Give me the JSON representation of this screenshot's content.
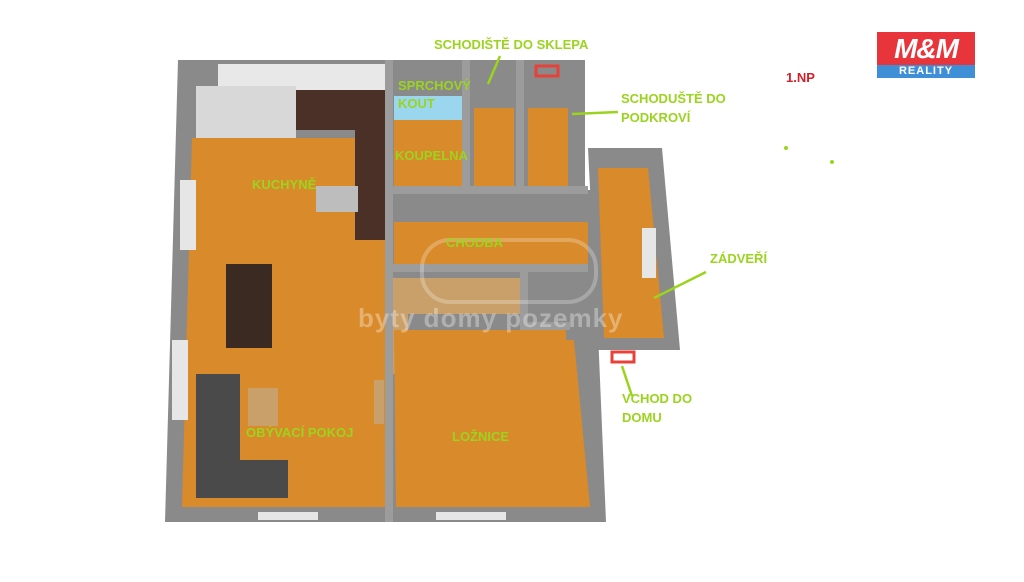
{
  "floor_label": "1.NP",
  "logo": {
    "top": "M&M",
    "bottom": "REALITY"
  },
  "watermark": "byty domy pozemky",
  "rooms": {
    "kitchen": "KUCHYNĚ",
    "living": "OBÝVACÍ POKOJ",
    "shower_l1": "SPRCHOVÝ",
    "shower_l2": "KOUT",
    "bathroom": "KOUPELNA",
    "hallway": "CHODBA",
    "bedroom": "LOŽNICE",
    "vestibule": "ZÁDVEŘÍ"
  },
  "callouts": {
    "cellar_stairs": "SCHODIŠTĚ DO SKLEPA",
    "attic_stairs_l1": "SCHODUŠTĚ DO",
    "attic_stairs_l2": "PODKROVÍ",
    "entrance_l1": "VCHOD DO",
    "entrance_l2": "DOMU"
  },
  "colors": {
    "floor": "#d98a2a",
    "wall": "#8a8a8a",
    "wall_top": "#9c9c9c",
    "label": "#9bd41e",
    "floor_id": "#d0202a",
    "door_marker": "#e8413a"
  }
}
